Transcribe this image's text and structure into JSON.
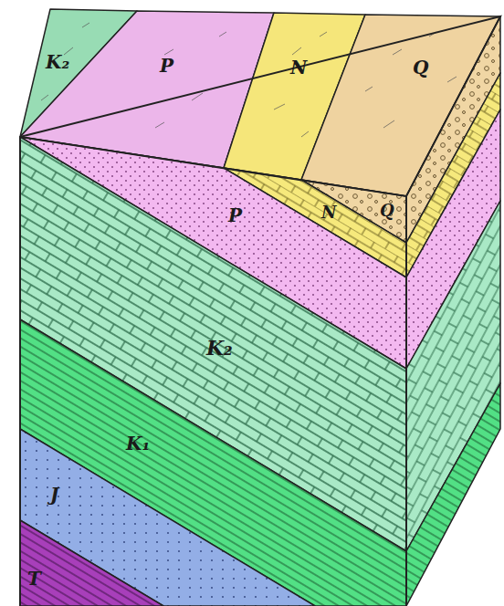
{
  "diagram": {
    "labels": [
      "K₂",
      "P",
      "N",
      "Q",
      "Q",
      "N",
      "P",
      "K₂",
      "K₁",
      "J",
      "T"
    ]
  }
}
